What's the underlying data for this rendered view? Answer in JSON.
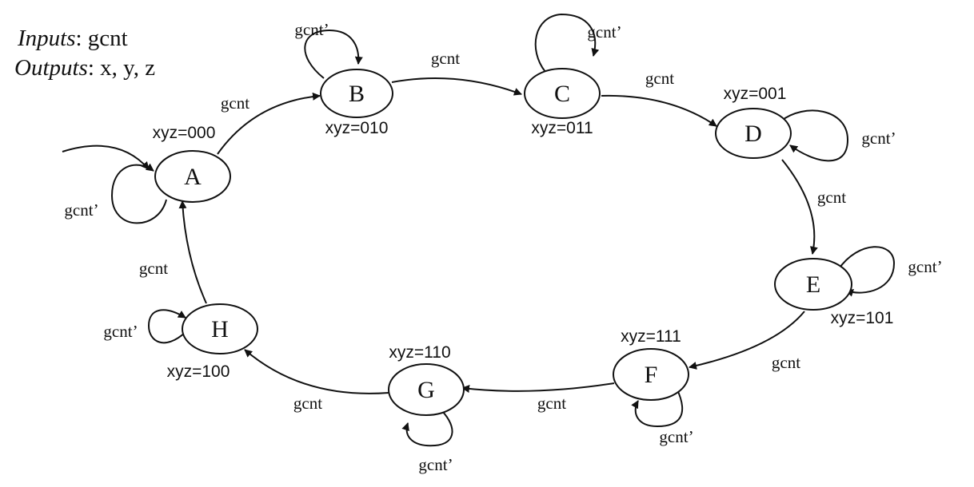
{
  "legend": {
    "inputs_key": "Inputs",
    "inputs_value": ": gcnt",
    "outputs_key": "Outputs",
    "outputs_value": ": x, y, z"
  },
  "states": [
    {
      "id": "A",
      "output": "xyz=000"
    },
    {
      "id": "B",
      "output": "xyz=010"
    },
    {
      "id": "C",
      "output": "xyz=011"
    },
    {
      "id": "D",
      "output": "xyz=001"
    },
    {
      "id": "E",
      "output": "xyz=101"
    },
    {
      "id": "F",
      "output": "xyz=111"
    },
    {
      "id": "G",
      "output": "xyz=110"
    },
    {
      "id": "H",
      "output": "xyz=100"
    }
  ],
  "transitions": [
    {
      "from": "A",
      "to": "B",
      "label": "gcnt"
    },
    {
      "from": "B",
      "to": "C",
      "label": "gcnt"
    },
    {
      "from": "C",
      "to": "D",
      "label": "gcnt"
    },
    {
      "from": "D",
      "to": "E",
      "label": "gcnt"
    },
    {
      "from": "E",
      "to": "F",
      "label": "gcnt"
    },
    {
      "from": "F",
      "to": "G",
      "label": "gcnt"
    },
    {
      "from": "G",
      "to": "H",
      "label": "gcnt"
    },
    {
      "from": "H",
      "to": "A",
      "label": "gcnt"
    }
  ],
  "self_loops": [
    {
      "state": "A",
      "label": "gcnt’"
    },
    {
      "state": "B",
      "label": "gcnt’"
    },
    {
      "state": "C",
      "label": "gcnt’"
    },
    {
      "state": "D",
      "label": "gcnt’"
    },
    {
      "state": "E",
      "label": "gcnt’"
    },
    {
      "state": "F",
      "label": "gcnt’"
    },
    {
      "state": "G",
      "label": "gcnt’"
    },
    {
      "state": "H",
      "label": "gcnt’"
    }
  ]
}
